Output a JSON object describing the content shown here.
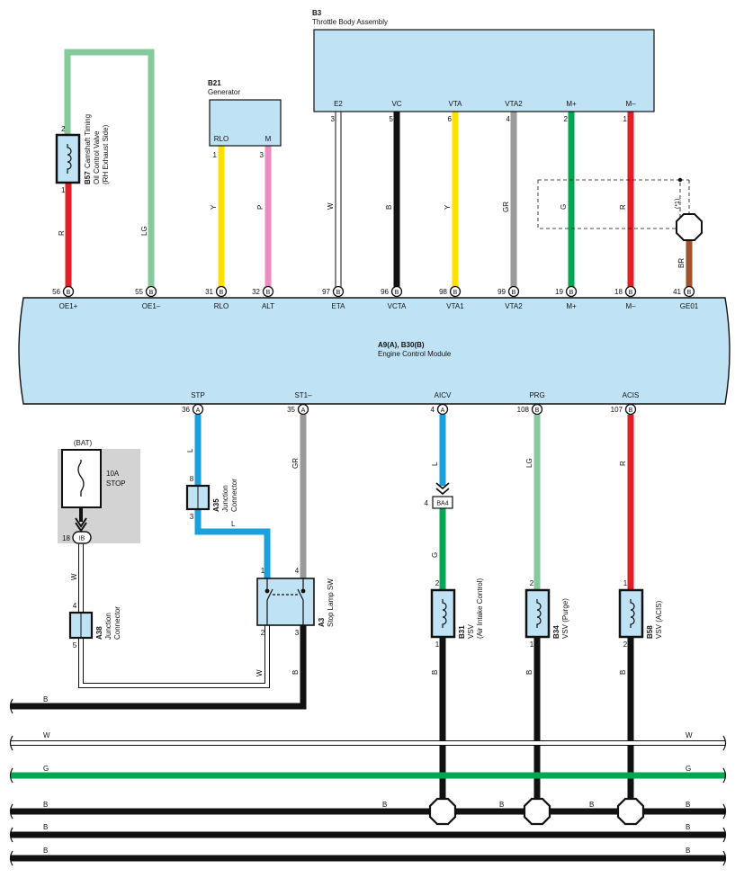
{
  "colors": {
    "box_fill": "#bfe3f5",
    "shade": "#d3d3d3",
    "wire_R": "#e31e24",
    "wire_LG": "#86c99a",
    "wire_Y": "#ffe000",
    "wire_P": "#f08bc0",
    "wire_B": "#111111",
    "wire_GR": "#9a9a9a",
    "wire_G": "#00a651",
    "wire_BR": "#a0522d",
    "wire_L": "#1aa0dc",
    "wire_W": "#ffffff"
  },
  "ecm": {
    "code": "A9(A), B30(B)",
    "name": "Engine Control Module"
  },
  "throttle": {
    "code": "B3",
    "name": "Throttle Body Assembly",
    "pins": [
      {
        "label": "E2",
        "num": "3"
      },
      {
        "label": "VC",
        "num": "5"
      },
      {
        "label": "VTA",
        "num": "6"
      },
      {
        "label": "VTA2",
        "num": "4"
      },
      {
        "label": "M+",
        "num": "2"
      },
      {
        "label": "M–",
        "num": "1"
      }
    ],
    "note": "(*1)"
  },
  "generator": {
    "code": "B21",
    "name": "Generator",
    "pin1_label": "RLO",
    "pin2_label": "M",
    "pin1_num": "1",
    "pin2_num": "3"
  },
  "ocv": {
    "code": "B57",
    "name": "Camshaft Timing",
    "name2": "Oil Control Valve",
    "name3": "(RH Exhaust Side)",
    "pin_top": "2",
    "pin_bottom": "1"
  },
  "top_terminals": [
    {
      "num": "56",
      "conn": "B",
      "label": "OE1+",
      "wire": "R"
    },
    {
      "num": "55",
      "conn": "B",
      "label": "OE1–",
      "wire": "LG"
    },
    {
      "num": "31",
      "conn": "B",
      "label": "RLO",
      "wire": "Y"
    },
    {
      "num": "32",
      "conn": "B",
      "label": "ALT",
      "wire": "P"
    },
    {
      "num": "97",
      "conn": "B",
      "label": "ETA",
      "wire": "W"
    },
    {
      "num": "96",
      "conn": "B",
      "label": "VCTA",
      "wire": "B"
    },
    {
      "num": "98",
      "conn": "B",
      "label": "VTA1",
      "wire": "Y"
    },
    {
      "num": "99",
      "conn": "B",
      "label": "VTA2",
      "wire": "GR"
    },
    {
      "num": "19",
      "conn": "B",
      "label": "M+",
      "wire": "G"
    },
    {
      "num": "18",
      "conn": "B",
      "label": "M–",
      "wire": "R"
    },
    {
      "num": "41",
      "conn": "B",
      "label": "GE01",
      "wire": "BR"
    }
  ],
  "bottom_terminals": [
    {
      "num": "36",
      "conn": "A",
      "label": "STP",
      "wire": "L"
    },
    {
      "num": "35",
      "conn": "A",
      "label": "ST1–",
      "wire": "GR"
    },
    {
      "num": "4",
      "conn": "A",
      "label": "AICV",
      "wire": "L"
    },
    {
      "num": "108",
      "conn": "B",
      "label": "PRG",
      "wire": "LG"
    },
    {
      "num": "107",
      "conn": "B",
      "label": "ACIS",
      "wire": "R"
    }
  ],
  "fuse": {
    "group": "(BAT)",
    "rating": "10A",
    "name": "STOP",
    "pin": "18",
    "conn": "IB"
  },
  "junction_a35": {
    "code": "A35",
    "name": "Junction",
    "name2": "Connector",
    "pin_top": "8",
    "pin_bottom": "3"
  },
  "junction_a38": {
    "code": "A38",
    "name": "Junction",
    "name2": "Connector",
    "pin_top": "4",
    "pin_bottom": "5"
  },
  "stop_sw": {
    "code": "A3",
    "name": "Stop Lamp SW",
    "pin1": "1",
    "pin4": "4",
    "pin2": "2",
    "pin3": "3"
  },
  "ba4": {
    "label": "BA4",
    "pin": "4"
  },
  "vsv_b31": {
    "code": "B31",
    "name": "VSV",
    "name2": "(Air Intake Control)",
    "pin_top": "2",
    "pin_bottom": "1"
  },
  "vsv_b34": {
    "code": "B34",
    "name": "VSV (Purge)",
    "pin_top": "2",
    "pin_bottom": "1"
  },
  "vsv_b58": {
    "code": "B58",
    "name": "VSV (ACIS)",
    "pin_top": "1",
    "pin_bottom": "2"
  },
  "wire_labels": {
    "R": "R",
    "LG": "LG",
    "Y": "Y",
    "P": "P",
    "W": "W",
    "B": "B",
    "GR": "GR",
    "G": "G",
    "BR": "BR",
    "L": "L"
  }
}
